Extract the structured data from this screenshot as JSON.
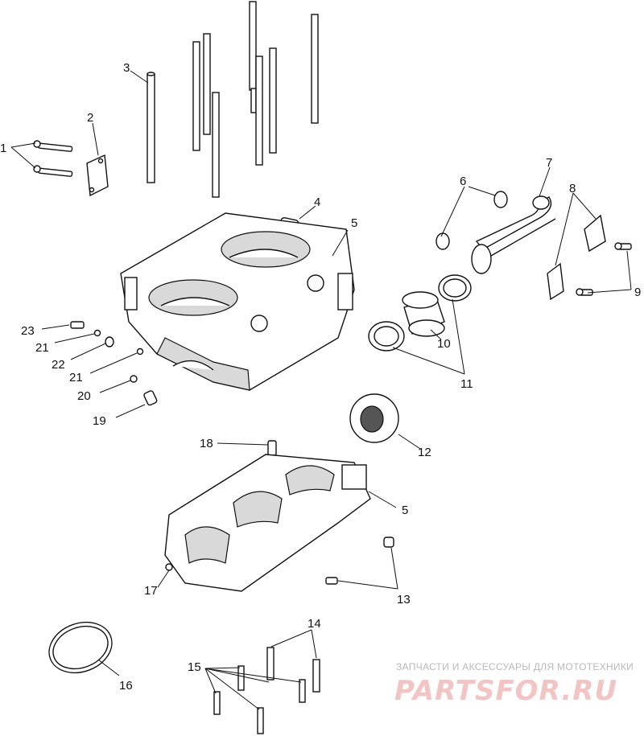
{
  "diagram": {
    "callouts": [
      "1",
      "2",
      "3",
      "4",
      "5",
      "5",
      "6",
      "7",
      "8",
      "9",
      "10",
      "11",
      "12",
      "13",
      "14",
      "15",
      "16",
      "17",
      "18",
      "19",
      "20",
      "21",
      "21",
      "22",
      "23"
    ]
  },
  "watermark": {
    "caption": "ЗАПЧАСТИ И АКСЕССУАРЫ ДЛЯ МОТОТЕХНИКИ",
    "logo": "PARTSFOR.RU"
  }
}
